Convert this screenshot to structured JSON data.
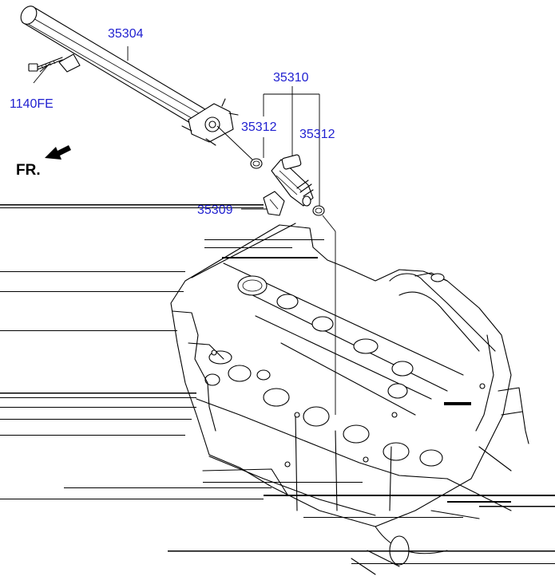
{
  "diagram": {
    "direction_label": "FR.",
    "link_color": "#1f1fd0",
    "callouts": {
      "fuel_rail": "35304",
      "bolt": "1140FE",
      "injector_assembly": "35310",
      "o_ring_left": "35312",
      "o_ring_right": "35312",
      "clip": "35309"
    },
    "icons": {
      "direction_arrow": "arrow-down-left-icon"
    }
  }
}
